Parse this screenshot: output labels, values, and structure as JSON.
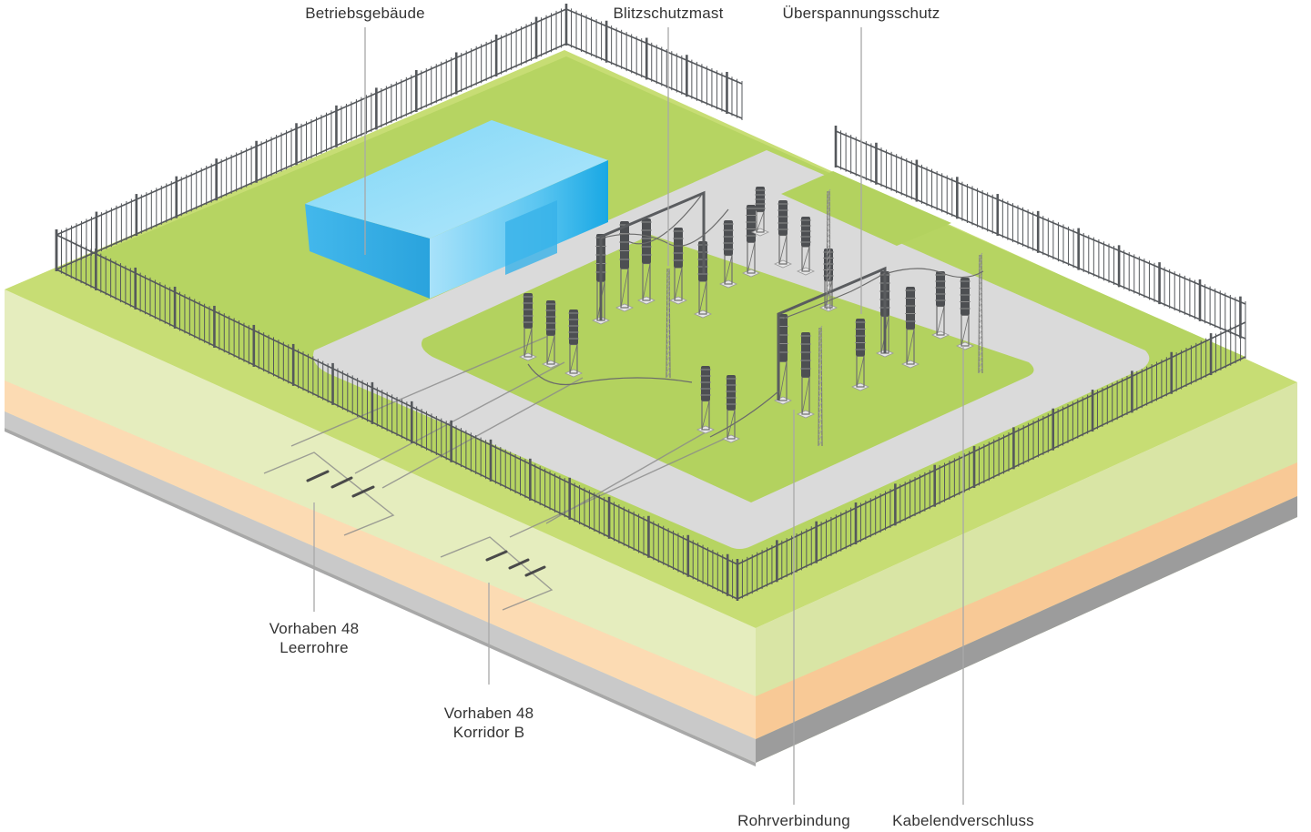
{
  "labels": {
    "betriebsgebaeude": "Betriebsgebäude",
    "blitzschutzmast": "Blitzschutzmast",
    "ueberspannungsschutz": "Überspannungsschutz",
    "leerrohre_line1": "Vorhaben 48",
    "leerrohre_line2": "Leerrohre",
    "korridor_line1": "Vorhaben 48",
    "korridor_line2": "Korridor B",
    "rohrverbindung": "Rohrverbindung",
    "kabelendverschluss": "Kabelendverschluss"
  },
  "colors": {
    "grass_top": "#c6dc73",
    "grass_inner": "#b3d25f",
    "soil_top": "#e4ecbf",
    "soil_mid": "#fcdcb4",
    "rock": "#c9c9c9",
    "rock_dark": "#9a9a9a",
    "road": "#dcdcdc",
    "building": "#4fc0ee",
    "fence": "#55585c",
    "leader": "#9a9a9a"
  }
}
